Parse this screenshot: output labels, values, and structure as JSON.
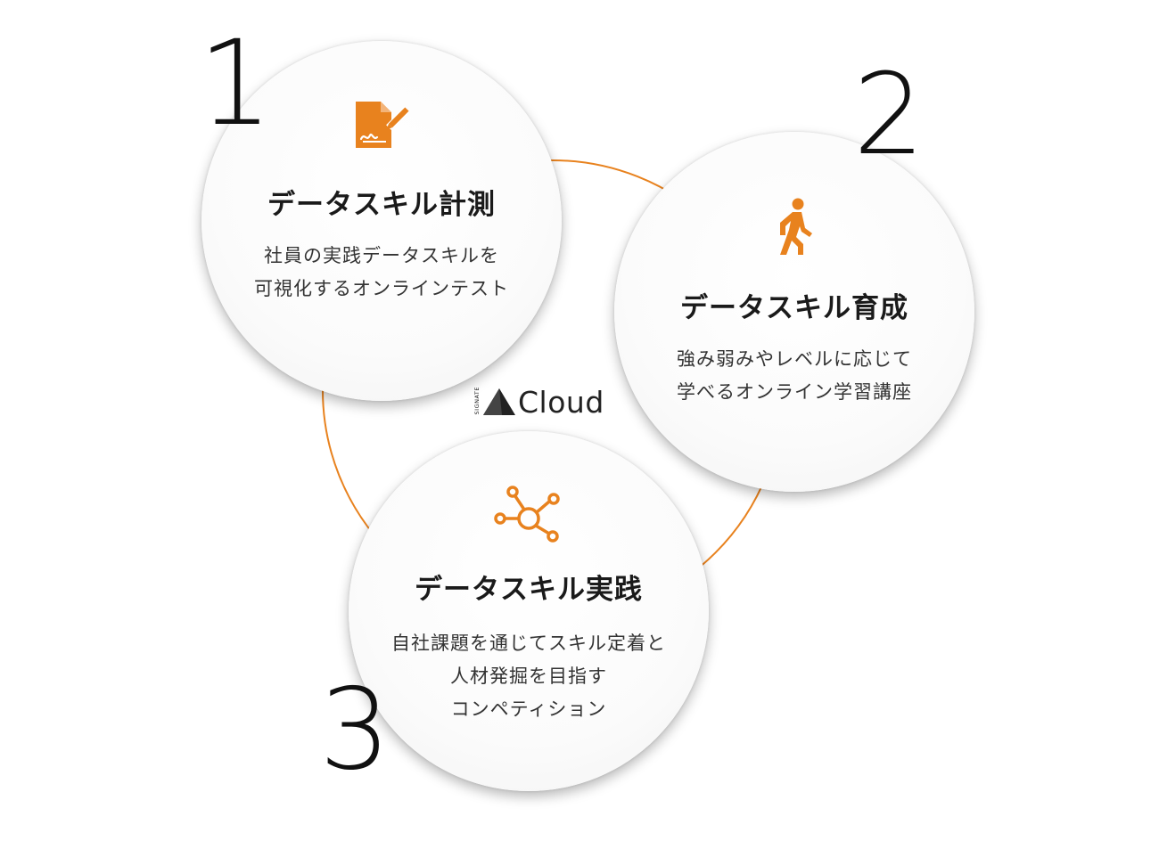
{
  "numbers": [
    "1",
    "2",
    "3"
  ],
  "steps": [
    {
      "title": "データスキル計測",
      "lines": [
        "社員の実践データスキルを",
        "可視化するオンラインテスト"
      ],
      "icon": "document-edit-icon"
    },
    {
      "title": "データスキル育成",
      "lines": [
        "強み弱みやレベルに応じて",
        "学べるオンライン学習講座"
      ],
      "icon": "walking-person-icon"
    },
    {
      "title": "データスキル実践",
      "lines": [
        "自社課題を通じてスキル定着と",
        "人材発掘を目指す",
        "コンペティション"
      ],
      "icon": "network-nodes-icon"
    }
  ],
  "logo": {
    "brand": "SIGNATE",
    "product": "Cloud"
  },
  "colors": {
    "accent": "#e8821e",
    "text": "#1a1a1a"
  }
}
